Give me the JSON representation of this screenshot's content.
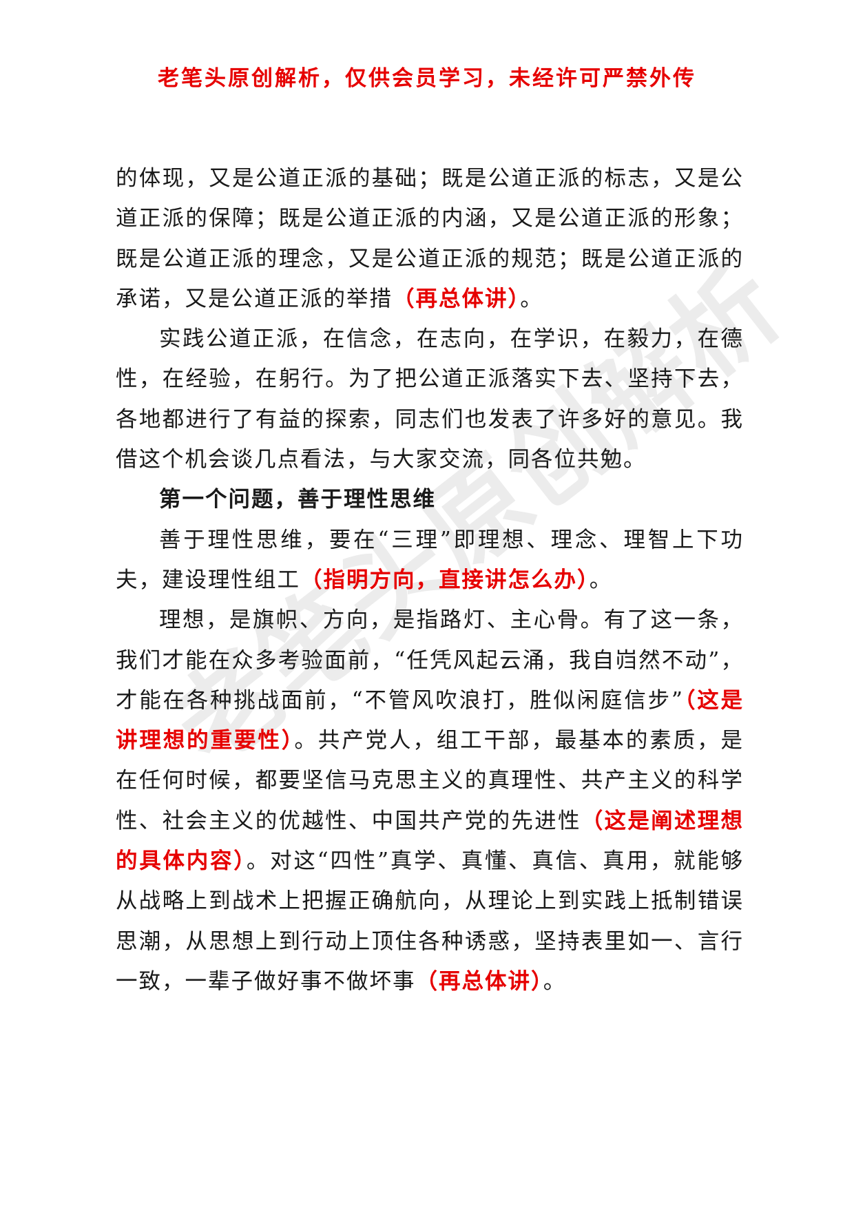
{
  "header": {
    "notice": "老笔头原创解析，仅供会员学习，未经许可严禁外传"
  },
  "watermark": {
    "text": "老笔头原创解析"
  },
  "paragraph1": {
    "text_a": "的体现，又是公道正派的基础；既是公道正派的标志，又是公道正派的保障；既是公道正派的内涵，又是公道正派的形象；既是公道正派的理念，又是公道正派的规范；既是公道正派的承诺，又是公道正派的举措",
    "note_a": "（再总体讲）",
    "text_b": "。"
  },
  "paragraph2": {
    "text": "实践公道正派，在信念，在志向，在学识，在毅力，在德性，在经验，在躬行。为了把公道正派落实下去、坚持下去，各地都进行了有益的探索，同志们也发表了许多好的意见。我借这个机会谈几点看法，与大家交流，同各位共勉。"
  },
  "heading1": {
    "text": "第一个问题，善于理性思维"
  },
  "paragraph3": {
    "text_a": "善于理性思维，要在“三理”即理想、理念、理智上下功夫，建设理性组工",
    "note_a": "（指明方向，直接讲怎么办）",
    "text_b": "。"
  },
  "paragraph4": {
    "text_a": "理想，是旗帜、方向，是指路灯、主心骨。有了这一条，我们才能在众多考验面前，“任凭风起云涌，我自岿然不动”，才能在各种挑战面前，“不管风吹浪打，胜似闲庭信步”",
    "note_a": "（这是讲理想的重要性）",
    "text_b": "。共产党人，组工干部，最基本的素质，是在任何时候，都要坚信马克思主义的真理性、共产主义的科学性、社会主义的优越性、中国共产党的先进性",
    "note_b": "（这是阐述理想的具体内容）",
    "text_c": "。对这“四性”真学、真懂、真信、真用，就能够从战略上到战术上把握正确航向，从理论上到实践上抵制错误思潮，从思想上到行动上顶住各种诱惑，坚持表里如一、言行一致，一辈子做好事不做坏事",
    "note_c": "（再总体讲）",
    "text_d": "。"
  },
  "colors": {
    "annotation": "#e60000",
    "body": "#1a1a1a",
    "background": "#ffffff"
  }
}
